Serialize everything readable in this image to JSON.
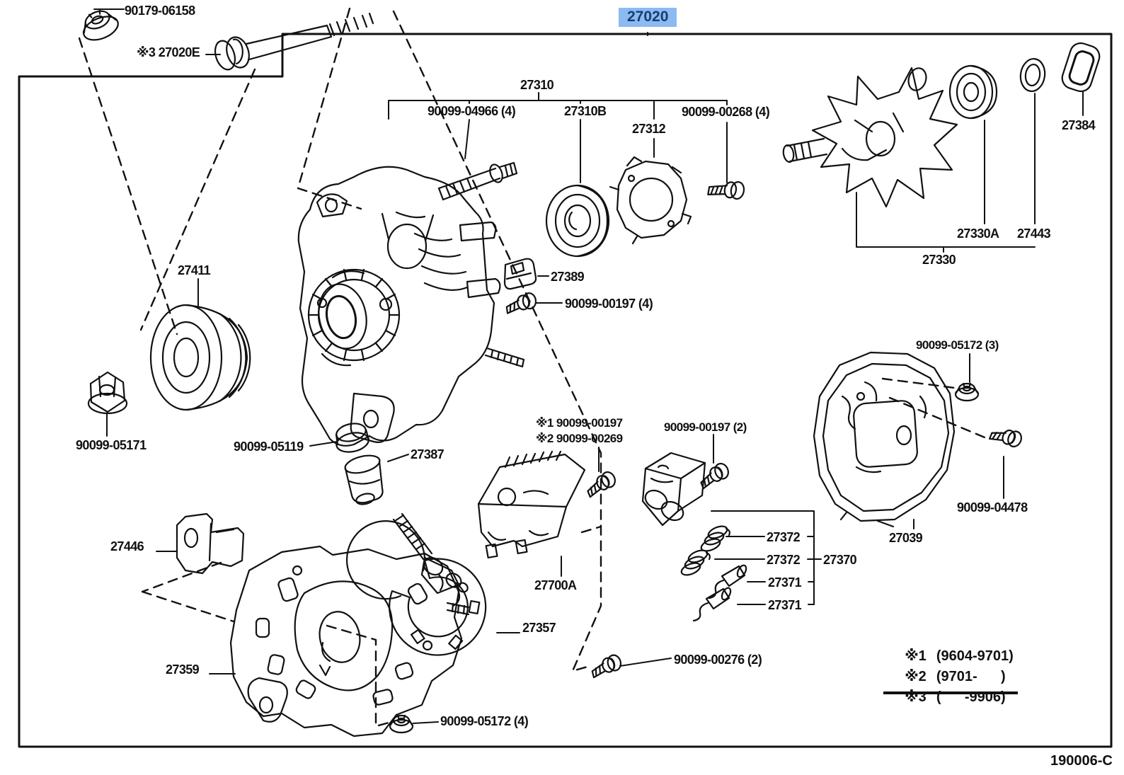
{
  "diagram": {
    "code": "190006-C",
    "selected_part": "27020",
    "colors": {
      "highlight_bg": "#8cbaf2",
      "highlight_text": "#173e6e",
      "line": "#111111"
    },
    "legend": {
      "items": [
        {
          "mark": "※1",
          "range": "(9604-9701)"
        },
        {
          "mark": "※2",
          "range": "(9701-      )"
        },
        {
          "mark": "※3",
          "range": "(      -9906)"
        }
      ]
    },
    "labels": [
      {
        "id": "90179-06158",
        "text": "90179-06158"
      },
      {
        "id": "27020E",
        "text": "※3 27020E"
      },
      {
        "id": "27310",
        "text": "27310"
      },
      {
        "id": "90099-04966",
        "text": "90099-04966 (4)"
      },
      {
        "id": "27310B",
        "text": "27310B"
      },
      {
        "id": "27312",
        "text": "27312"
      },
      {
        "id": "90099-00268",
        "text": "90099-00268 (4)"
      },
      {
        "id": "27384",
        "text": "27384"
      },
      {
        "id": "27330A",
        "text": "27330A"
      },
      {
        "id": "27443",
        "text": "27443"
      },
      {
        "id": "27330",
        "text": "27330"
      },
      {
        "id": "27411",
        "text": "27411"
      },
      {
        "id": "27389",
        "text": "27389"
      },
      {
        "id": "90099-00197-4",
        "text": "90099-00197 (4)"
      },
      {
        "id": "90099-05171",
        "text": "90099-05171"
      },
      {
        "id": "90099-05119",
        "text": "90099-05119"
      },
      {
        "id": "27387",
        "text": "27387"
      },
      {
        "id": "x1-90099-00197",
        "text": "※1 90099-00197"
      },
      {
        "id": "x2-90099-00269",
        "text": "※2 90099-00269"
      },
      {
        "id": "90099-00197-2",
        "text": "90099-00197 (2)"
      },
      {
        "id": "90099-05172-3",
        "text": "90099-05172 (3)"
      },
      {
        "id": "90099-04478",
        "text": "90099-04478"
      },
      {
        "id": "27039",
        "text": "27039"
      },
      {
        "id": "27446",
        "text": "27446"
      },
      {
        "id": "27700A",
        "text": "27700A"
      },
      {
        "id": "27372-a",
        "text": "27372"
      },
      {
        "id": "27372-b",
        "text": "27372"
      },
      {
        "id": "27371-a",
        "text": "27371"
      },
      {
        "id": "27371-b",
        "text": "27371"
      },
      {
        "id": "27370",
        "text": "27370"
      },
      {
        "id": "27357",
        "text": "27357"
      },
      {
        "id": "27359",
        "text": "27359"
      },
      {
        "id": "90099-00276",
        "text": "90099-00276 (2)"
      },
      {
        "id": "90099-05172-4",
        "text": "90099-05172 (4)"
      }
    ]
  }
}
